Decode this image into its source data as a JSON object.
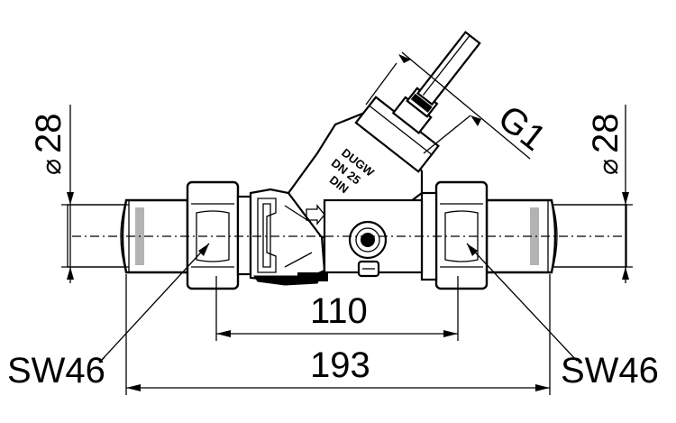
{
  "drawing": {
    "dimensions": {
      "left_diameter": "28",
      "right_diameter": "28",
      "thread": "G1",
      "inner_length": "110",
      "overall_length": "193",
      "wrench_left": "SW46",
      "wrench_right": "SW46"
    },
    "body_markings": [
      "DUGW",
      "DN 25",
      "DIN"
    ],
    "diameter_symbol": "⌀"
  }
}
